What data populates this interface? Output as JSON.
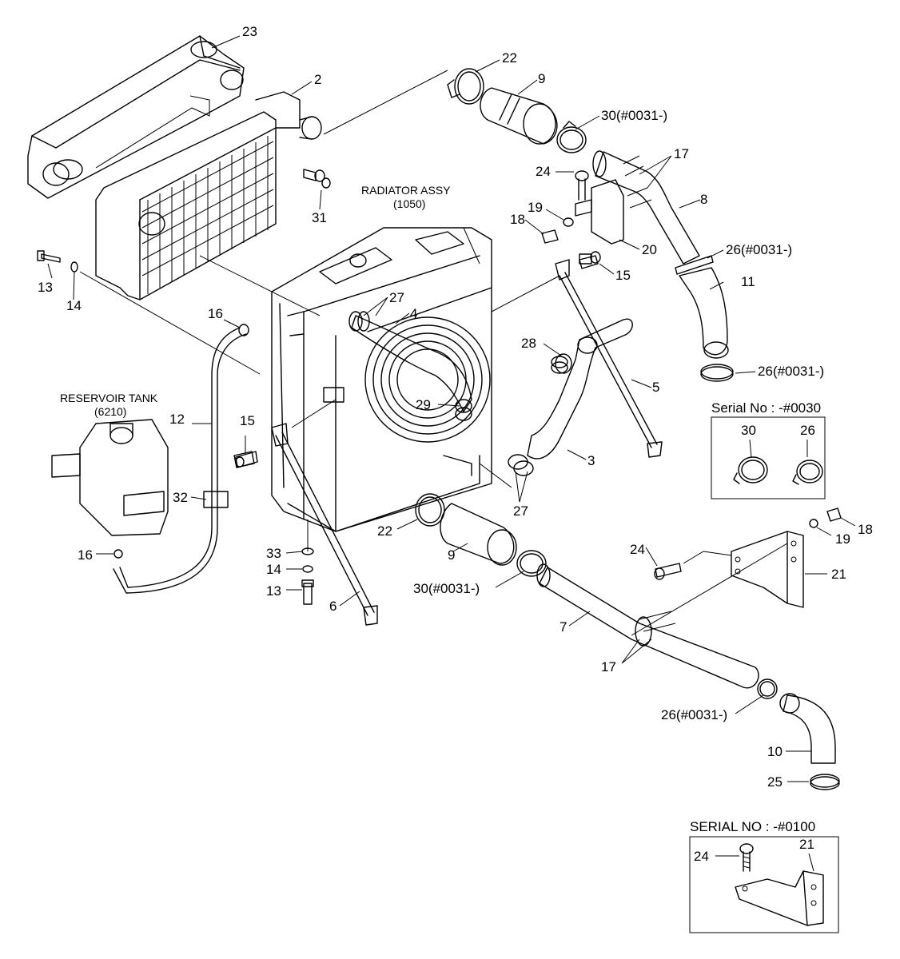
{
  "assembly_labels": {
    "radiator_title": "RADIATOR ASSY",
    "radiator_code": "(1050)",
    "reservoir_title": "RESERVOIR TANK",
    "reservoir_code": "(6210)"
  },
  "callouts": {
    "c23": "23",
    "c2": "2",
    "c22a": "22",
    "c9a": "9",
    "c30a": "30(#0031-)",
    "c17a": "17",
    "c24a": "24",
    "c8": "8",
    "c19a": "19",
    "c18a": "18",
    "c20": "20",
    "c26a": "26(#0031-)",
    "c11": "11",
    "c31": "31",
    "c13a": "13",
    "c14a": "14",
    "c15a": "15",
    "c16a": "16",
    "c27a": "27",
    "c4": "4",
    "c28": "28",
    "c29": "29",
    "c26b": "26(#0031-)",
    "c5": "5",
    "c12": "12",
    "c15b": "15",
    "c3": "3",
    "c27b": "27",
    "c32": "32",
    "c22b": "22",
    "c9b": "9",
    "c16b": "16",
    "c33": "33",
    "c14b": "14",
    "c13b": "13",
    "c6": "6",
    "c30b": "30(#0031-)",
    "c7": "7",
    "c24b": "24",
    "c19b": "19",
    "c18b": "18",
    "c21a": "21",
    "c17b": "17",
    "c26c": "26(#0031-)",
    "c10": "10",
    "c25": "25"
  },
  "inset_serial_0030": {
    "title": "Serial No : -#0030",
    "part_a": "30",
    "part_b": "26"
  },
  "inset_serial_0100": {
    "title": "SERIAL NO : -#0100",
    "part_a": "24",
    "part_b": "21"
  }
}
